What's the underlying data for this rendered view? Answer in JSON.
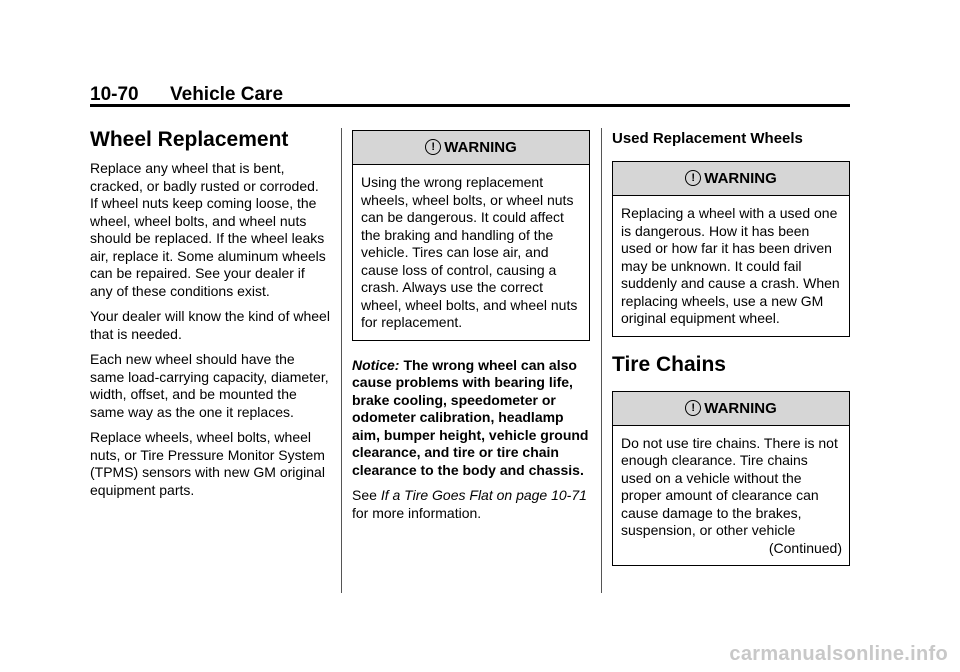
{
  "header": {
    "page_number": "10-70",
    "section": "Vehicle Care"
  },
  "col1": {
    "title": "Wheel Replacement",
    "paragraphs": [
      "Replace any wheel that is bent, cracked, or badly rusted or corroded. If wheel nuts keep coming loose, the wheel, wheel bolts, and wheel nuts should be replaced. If the wheel leaks air, replace it. Some aluminum wheels can be repaired. See your dealer if any of these conditions exist.",
      "Your dealer will know the kind of wheel that is needed.",
      "Each new wheel should have the same load-carrying capacity, diameter, width, offset, and be mounted the same way as the one it replaces.",
      "Replace wheels, wheel bolts, wheel nuts, or Tire Pressure Monitor System (TPMS) sensors with new GM original equipment parts."
    ]
  },
  "col2": {
    "warning": {
      "label": "WARNING",
      "text": "Using the wrong replacement wheels, wheel bolts, or wheel nuts can be dangerous. It could affect the braking and handling of the vehicle. Tires can lose air, and cause loss of control, causing a crash. Always use the correct wheel, wheel bolts, and wheel nuts for replacement."
    },
    "notice_label": "Notice:",
    "notice_text": "The wrong wheel can also cause problems with bearing life, brake cooling, speedometer or odometer calibration, headlamp aim, bumper height, vehicle ground clearance, and tire or tire chain clearance to the body and chassis.",
    "see_prefix": "See",
    "see_ref": "If a Tire Goes Flat on page 10-71",
    "see_suffix": "for more information."
  },
  "col3": {
    "subtitle": "Used Replacement Wheels",
    "warning1": {
      "label": "WARNING",
      "text": "Replacing a wheel with a used one is dangerous. How it has been used or how far it has been driven may be unknown. It could fail suddenly and cause a crash. When replacing wheels, use a new GM original equipment wheel."
    },
    "title": "Tire Chains",
    "warning2": {
      "label": "WARNING",
      "text": "Do not use tire chains. There is not enough clearance. Tire chains used on a vehicle without the proper amount of clearance can cause damage to the brakes, suspension, or other vehicle",
      "continued": "(Continued)"
    }
  },
  "watermark": "carmanualsonline.info"
}
